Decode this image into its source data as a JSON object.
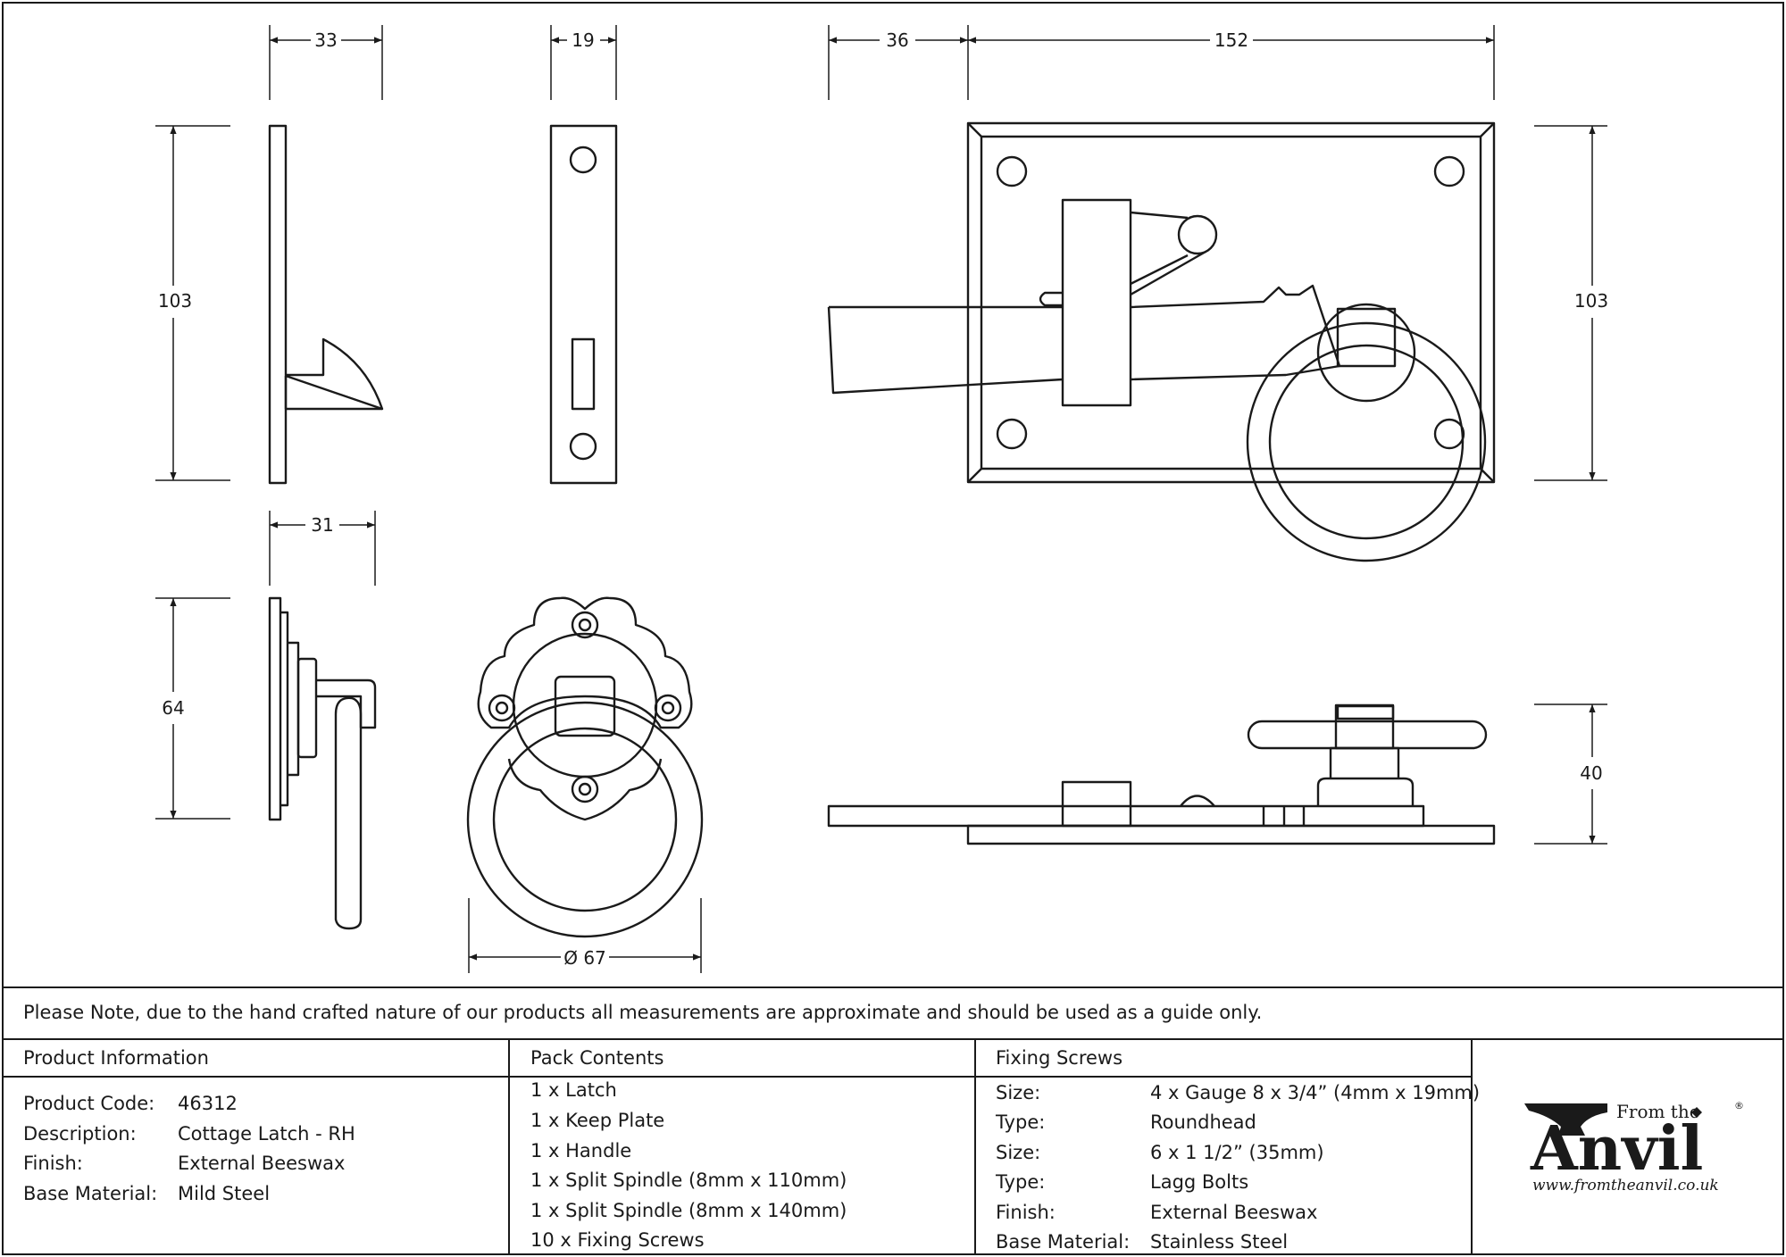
{
  "dimensions": {
    "latch_side_width": "33",
    "latch_side_height": "103",
    "keep_width": "19",
    "latch_offset": "36",
    "plate_width": "152",
    "plate_height": "103",
    "handle_side_width": "31",
    "handle_side_height": "64",
    "ring_diameter": "Ø 67",
    "plan_height": "40"
  },
  "note": "Please Note, due to the hand crafted nature of our products all measurements are approximate and should be used as a guide only.",
  "product_info": {
    "header": "Product Information",
    "rows": [
      {
        "label": "Product Code:",
        "value": "46312"
      },
      {
        "label": "Description:",
        "value": "Cottage Latch - RH"
      },
      {
        "label": "Finish:",
        "value": "External Beeswax"
      },
      {
        "label": "Base Material:",
        "value": "Mild Steel"
      }
    ]
  },
  "pack_contents": {
    "header": "Pack Contents",
    "items": [
      "1 x Latch",
      "1 x Keep Plate",
      "1 x Handle",
      "1 x Split Spindle (8mm x 110mm)",
      "1 x Split Spindle (8mm x 140mm)",
      "10 x Fixing Screws"
    ]
  },
  "fixing_screws": {
    "header": "Fixing Screws",
    "rows": [
      {
        "label": "Size:",
        "value": "4 x Gauge 8 x 3/4” (4mm x 19mm)"
      },
      {
        "label": "Type:",
        "value": "Roundhead"
      },
      {
        "label": "Size:",
        "value": "6 x 1 1/2” (35mm)"
      },
      {
        "label": "Type:",
        "value": "Lagg Bolts"
      },
      {
        "label": "Finish:",
        "value": "External Beeswax"
      },
      {
        "label": "Base Material:",
        "value": "Stainless Steel"
      }
    ]
  },
  "logo": {
    "from_the": "From the",
    "anvil": "Anvil",
    "registered": "®",
    "url": "www.fromtheanvil.co.uk"
  },
  "colors": {
    "line": "#1a1a1a",
    "background": "#ffffff"
  }
}
